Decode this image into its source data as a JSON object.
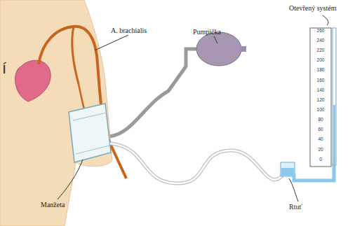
{
  "diagram": {
    "labels": [
      "Otevřený systém",
      "A. brachialis",
      "Pumpička",
      "Manžeta",
      "Rtuť",
      "í",
      "260",
      "240",
      "220",
      "200",
      "180",
      "160",
      "140",
      "120",
      "100",
      "80",
      "60",
      "40",
      "20",
      "0"
    ]
  }
}
